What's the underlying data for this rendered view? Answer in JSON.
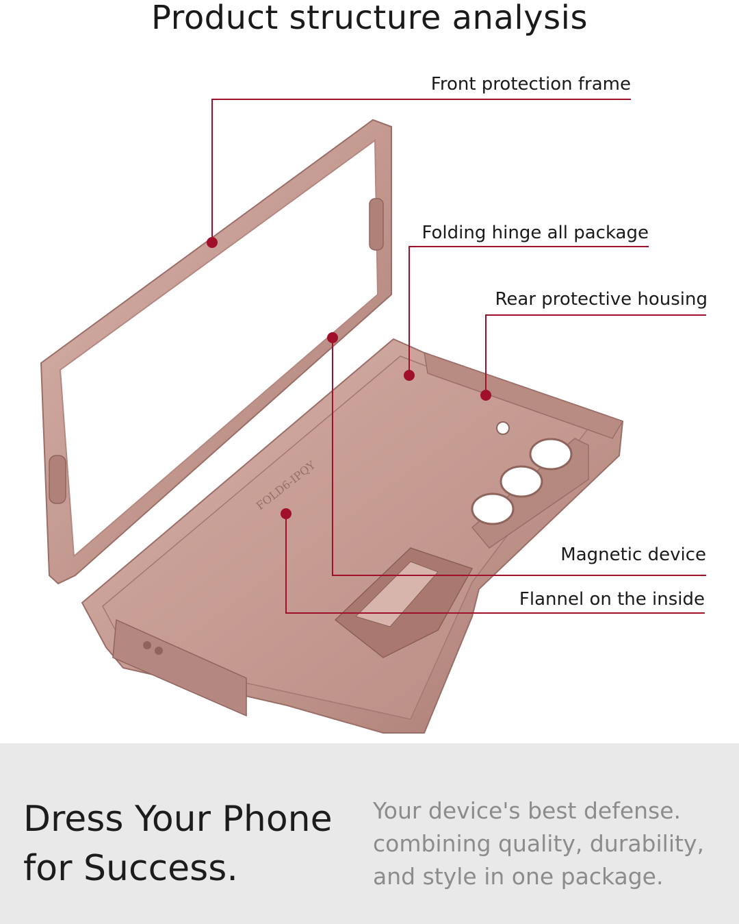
{
  "title": "Product structure analysis",
  "labels": {
    "front_frame": "Front protection frame",
    "hinge": "Folding hinge all package",
    "rear_housing": "Rear protective housing",
    "magnetic": "Magnetic device",
    "flannel": "Flannel on the inside"
  },
  "case_engraving": "FOLD6-IPQY",
  "footer": {
    "headline_line1": "Dress Your Phone",
    "headline_line2": "for Success.",
    "tagline_line1": "Your device's best defense.",
    "tagline_line2": "combining quality, durability,",
    "tagline_line3": "and style in one package."
  },
  "colors": {
    "accent": "#a0102a",
    "case": "#c49a91",
    "case_shadow": "#9a6e66",
    "panel": "#e9e9e9"
  }
}
